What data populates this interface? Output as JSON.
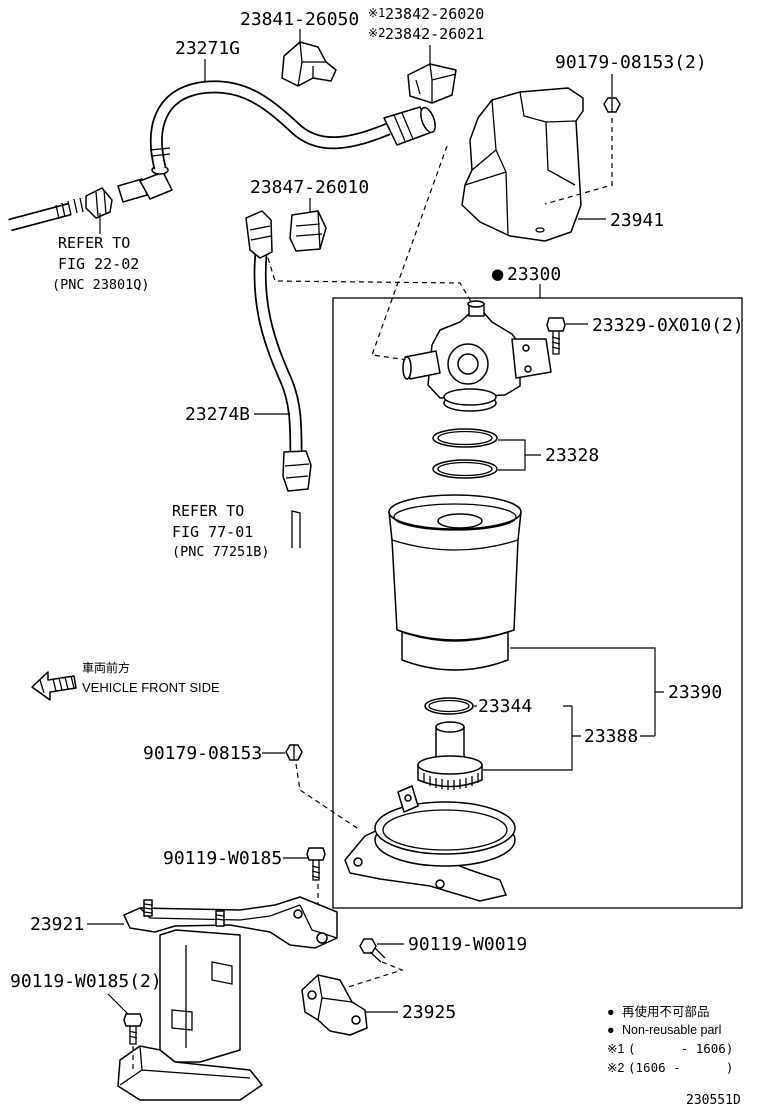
{
  "callouts": {
    "c23841_26050": "23841-26050",
    "c23842_26020_mark": "※1",
    "c23842_26020": "23842-26020",
    "c23842_26021_mark": "※2",
    "c23842_26021": "23842-26021",
    "c23271G": "23271G",
    "c90179_08153_x2": "90179-08153(2)",
    "c23847_26010": "23847-26010",
    "c23941": "23941",
    "c23300_mark": "●",
    "c23300": "23300",
    "c23329_0X010_x2": "23329-0X010(2)",
    "c23274B": "23274B",
    "c23328": "23328",
    "c23390": "23390",
    "c23344": "23344",
    "c23388": "23388",
    "c90179_08153": "90179-08153",
    "c90119_W0185": "90119-W0185",
    "c23921": "23921",
    "c90119_W0019": "90119-W0019",
    "c90119_W0185_x2": "90119-W0185(2)",
    "c23925": "23925"
  },
  "references": {
    "fig22": {
      "line1": "REFER TO",
      "line2": "FIG 22-02",
      "line3": "(PNC 23801Q)"
    },
    "fig77": {
      "line1": "REFER TO",
      "line2": "FIG 77-01",
      "line3": "(PNC 77251B)"
    }
  },
  "direction": {
    "label_jp": "車両前方",
    "label_en": "VEHICLE FRONT SIDE",
    "icon": "hatched-arrow-left-icon"
  },
  "legend": {
    "non_reusable_mark": "●",
    "non_reusable_jp": "再使用不可部品",
    "non_reusable_mark_en": "●",
    "non_reusable_en": "Non-reusable parl",
    "note1_mark": "※1",
    "note1_range": "(      - 1606)",
    "note2_mark": "※2",
    "note2_range": "(1606 -      )"
  },
  "figure_code": "230551D"
}
